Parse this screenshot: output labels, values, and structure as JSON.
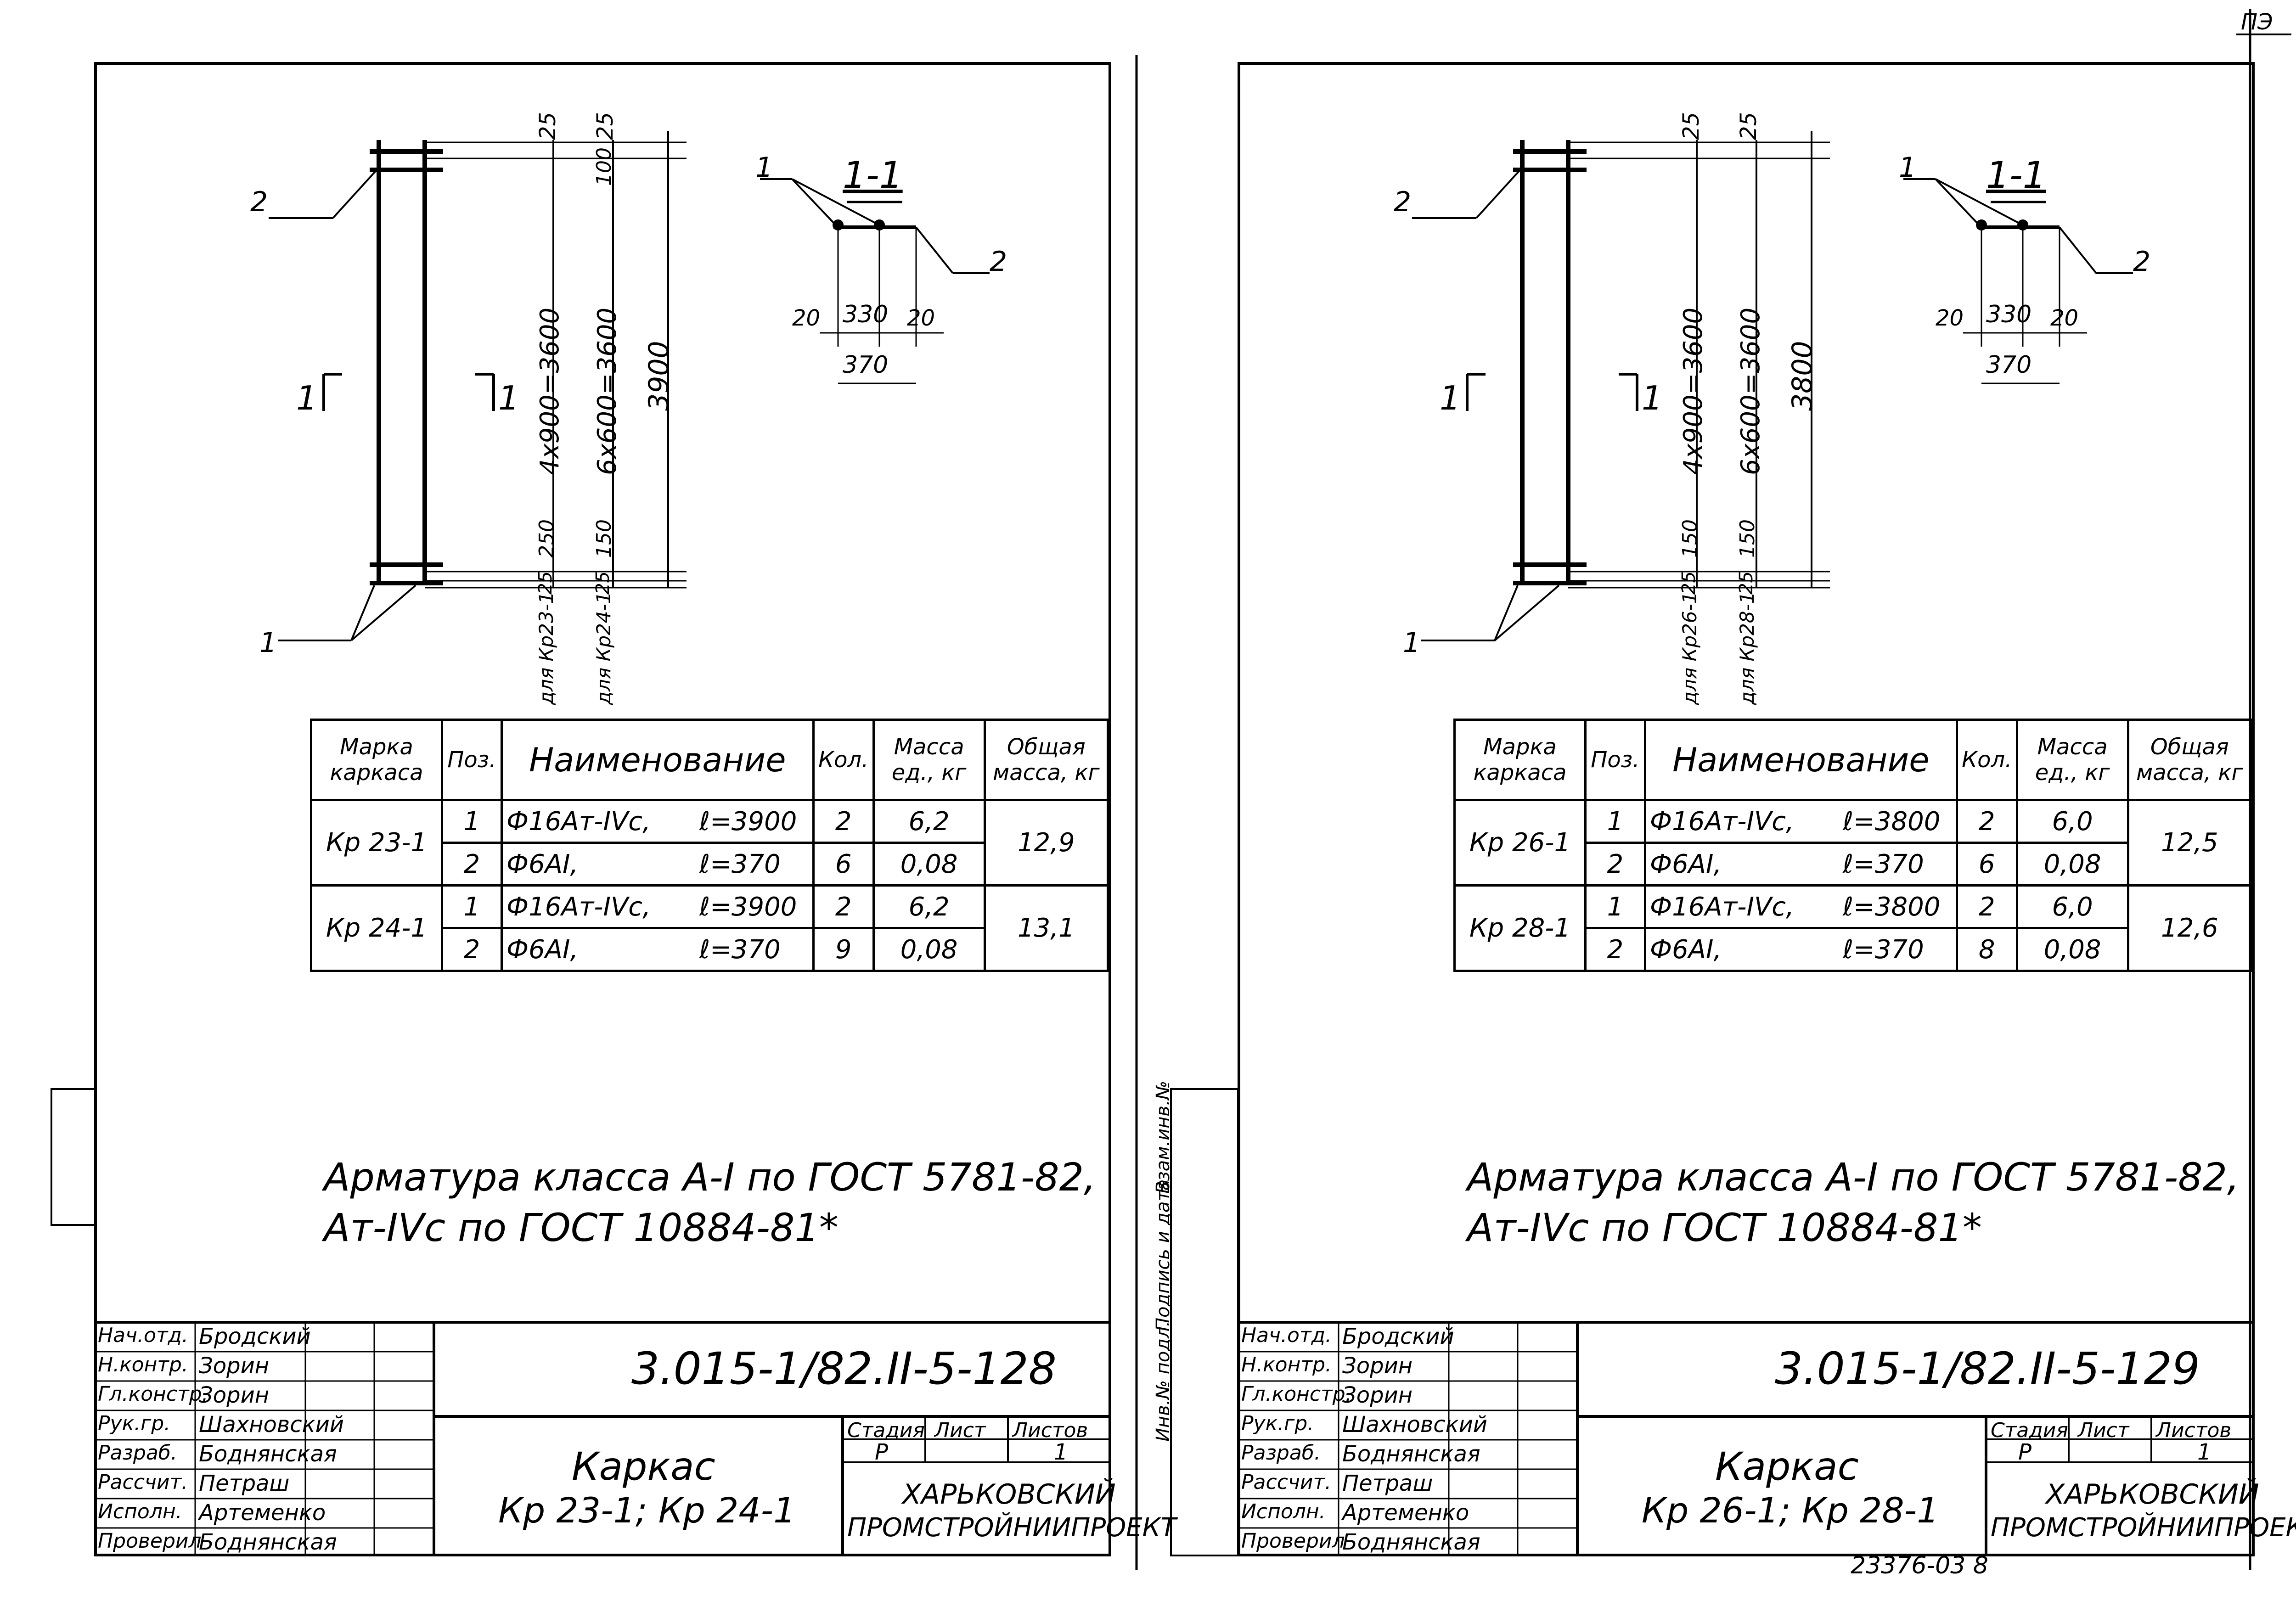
{
  "page_number": "ПЭ",
  "footer_code": "23376-03   8",
  "side_stamp": {
    "inv_podl": "Инв.№ подл.",
    "podpis_data": "Подпись и дата",
    "vzam_inv": "Взам.инв.№"
  },
  "sheets": [
    {
      "section_label": "1-1",
      "section_marks": {
        "left": "1",
        "right": "1"
      },
      "callouts": {
        "pos2_left": "2",
        "pos1_bottom": "1",
        "pos1_section": "1",
        "pos2_section": "2"
      },
      "dims_vertical": {
        "top_a": "25",
        "top_b": "25",
        "top_c": "100",
        "span_a": "4х900=3600",
        "span_b": "6х600=3600",
        "total": "3900",
        "bot_a": "250",
        "bot_b": "150",
        "bot_c": "25",
        "bot_d": "25",
        "for_a": "для Кр23-1",
        "for_b": "для Кр24-1"
      },
      "dims_section": {
        "a": "20",
        "b": "330",
        "c": "20",
        "total": "370"
      },
      "spec_headers": [
        "Марка каркаса",
        "Поз.",
        "Наименование",
        "Кол.",
        "Масса ед., кг",
        "Общая масса, кг"
      ],
      "spec_rows": [
        {
          "mark": "Кр 23-1",
          "items": [
            {
              "pos": "1",
              "name": "Ф16Ат-IVс,",
              "len": "ℓ=3900",
              "qty": "2",
              "mass": "6,2"
            },
            {
              "pos": "2",
              "name": "Ф6АI,",
              "len": "ℓ=370",
              "qty": "6",
              "mass": "0,08"
            }
          ],
          "total": "12,9"
        },
        {
          "mark": "Кр 24-1",
          "items": [
            {
              "pos": "1",
              "name": "Ф16Ат-IVс,",
              "len": "ℓ=3900",
              "qty": "2",
              "mass": "6,2"
            },
            {
              "pos": "2",
              "name": "Ф6АI,",
              "len": "ℓ=370",
              "qty": "9",
              "mass": "0,08"
            }
          ],
          "total": "13,1"
        }
      ],
      "note_line1": "Арматура класса А-I по ГОСТ 5781-82,",
      "note_line2": "Ат-IVс по ГОСТ 10884-81*",
      "title_block": {
        "code": "3.015-1/82.II-5-128",
        "name_line1": "Каркас",
        "name_line2": "Кр 23-1; Кр 24-1",
        "stage_h": "Стадия",
        "list_h": "Лист",
        "lists_h": "Листов",
        "stage": "Р",
        "list": "",
        "lists": "1",
        "org_line1": "ХАРЬКОВСКИЙ",
        "org_line2": "ПРОМСТРОЙНИИПРОЕКТ",
        "roles": [
          {
            "role": "Нач.отд.",
            "name": "Бродский"
          },
          {
            "role": "Н.контр.",
            "name": "Зорин"
          },
          {
            "role": "Гл.констр.",
            "name": "Зорин"
          },
          {
            "role": "Рук.гр.",
            "name": "Шахновский"
          },
          {
            "role": "Разраб.",
            "name": "Боднянская"
          },
          {
            "role": "Рассчит.",
            "name": "Петраш"
          },
          {
            "role": "Исполн.",
            "name": "Артеменко"
          },
          {
            "role": "Проверил",
            "name": "Боднянская"
          }
        ]
      }
    },
    {
      "section_label": "1-1",
      "section_marks": {
        "left": "1",
        "right": "1"
      },
      "callouts": {
        "pos2_left": "2",
        "pos1_bottom": "1",
        "pos1_section": "1",
        "pos2_section": "2"
      },
      "dims_vertical": {
        "top_a": "25",
        "top_b": "25",
        "top_c": "",
        "span_a": "4х900=3600",
        "span_b": "6х600=3600",
        "total": "3800",
        "bot_a": "150",
        "bot_b": "150",
        "bot_c": "25",
        "bot_d": "25",
        "for_a": "для Кр26-1",
        "for_b": "для Кр28-1"
      },
      "dims_section": {
        "a": "20",
        "b": "330",
        "c": "20",
        "total": "370"
      },
      "spec_headers": [
        "Марка каркаса",
        "Поз.",
        "Наименование",
        "Кол.",
        "Масса ед., кг",
        "Общая масса, кг"
      ],
      "spec_rows": [
        {
          "mark": "Кр 26-1",
          "items": [
            {
              "pos": "1",
              "name": "Ф16Ат-IVс,",
              "len": "ℓ=3800",
              "qty": "2",
              "mass": "6,0"
            },
            {
              "pos": "2",
              "name": "Ф6АI,",
              "len": "ℓ=370",
              "qty": "6",
              "mass": "0,08"
            }
          ],
          "total": "12,5"
        },
        {
          "mark": "Кр 28-1",
          "items": [
            {
              "pos": "1",
              "name": "Ф16Ат-IVс,",
              "len": "ℓ=3800",
              "qty": "2",
              "mass": "6,0"
            },
            {
              "pos": "2",
              "name": "Ф6АI,",
              "len": "ℓ=370",
              "qty": "8",
              "mass": "0,08"
            }
          ],
          "total": "12,6"
        }
      ],
      "note_line1": "Арматура класса А-I по ГОСТ 5781-82,",
      "note_line2": "Ат-IVс по ГОСТ 10884-81*",
      "title_block": {
        "code": "3.015-1/82.II-5-129",
        "name_line1": "Каркас",
        "name_line2": "Кр 26-1; Кр 28-1",
        "stage_h": "Стадия",
        "list_h": "Лист",
        "lists_h": "Листов",
        "stage": "Р",
        "list": "",
        "lists": "1",
        "org_line1": "ХАРЬКОВСКИЙ",
        "org_line2": "ПРОМСТРОЙНИИПРОЕКТ",
        "roles": [
          {
            "role": "Нач.отд.",
            "name": "Бродский"
          },
          {
            "role": "Н.контр.",
            "name": "Зорин"
          },
          {
            "role": "Гл.констр.",
            "name": "Зорин"
          },
          {
            "role": "Рук.гр.",
            "name": "Шахновский"
          },
          {
            "role": "Разраб.",
            "name": "Боднянская"
          },
          {
            "role": "Рассчит.",
            "name": "Петраш"
          },
          {
            "role": "Исполн.",
            "name": "Артеменко"
          },
          {
            "role": "Проверил",
            "name": "Боднянская"
          }
        ]
      }
    }
  ]
}
